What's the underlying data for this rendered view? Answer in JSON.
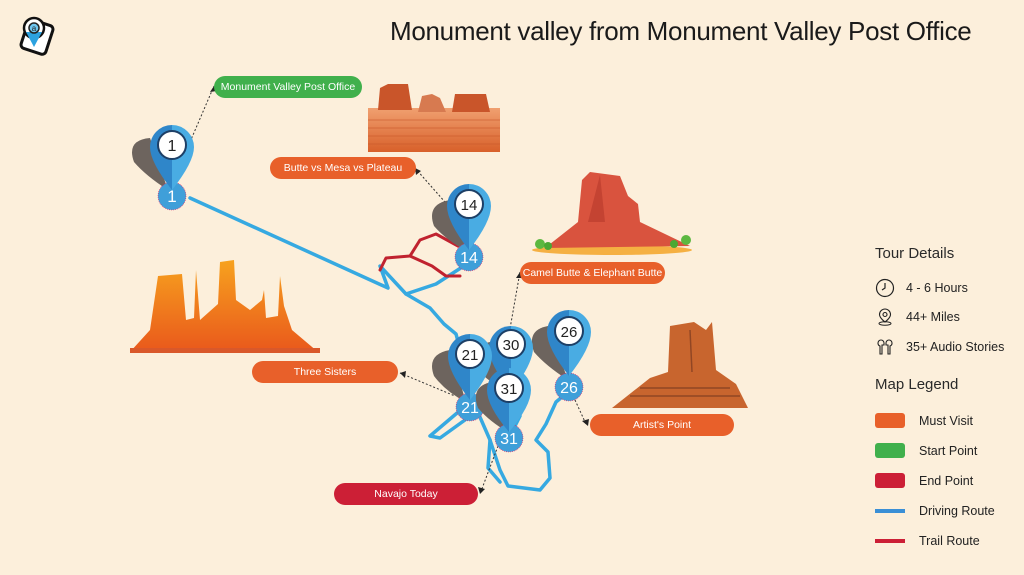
{
  "header": {
    "title": "Monument valley from Monument Valley Post Office",
    "logo": "audio-guide-pin-logo-icon"
  },
  "stops": [
    {
      "number": "1",
      "label": "Monument Valley Post Office",
      "category": "Start Point"
    },
    {
      "number": "14",
      "label": "Butte vs Mesa vs Plateau",
      "category": "Must Visit"
    },
    {
      "number": "30",
      "label": "Camel Butte & Elephant Butte",
      "category": "Must Visit"
    },
    {
      "number": "21",
      "label": "Three Sisters",
      "category": "Must Visit"
    },
    {
      "number": "26",
      "label": "Artist's Point",
      "category": "Must Visit"
    },
    {
      "number": "31",
      "label": "Navajo Today",
      "category": "End Point"
    }
  ],
  "tour_details": {
    "heading": "Tour Details",
    "items": [
      {
        "icon": "clock-icon",
        "text": "4 - 6 Hours"
      },
      {
        "icon": "location-pin-icon",
        "text": "44+  Miles"
      },
      {
        "icon": "earbuds-icon",
        "text": "35+ Audio Stories"
      }
    ]
  },
  "legend": {
    "heading": "Map Legend",
    "items": [
      {
        "type": "swatch",
        "color": "#e8602a",
        "text": "Must Visit"
      },
      {
        "type": "swatch",
        "color": "#40b04c",
        "text": "Start Point"
      },
      {
        "type": "swatch",
        "color": "#cc1f36",
        "text": "End Point"
      },
      {
        "type": "line",
        "color": "#3a8fd6",
        "text": "Driving Route"
      },
      {
        "type": "line",
        "color": "#cc1f36",
        "text": "Trail Route"
      }
    ]
  },
  "colors": {
    "background": "#fcefdb",
    "driving_route": "#36a9e1",
    "trail_route": "#c0222f",
    "pin": "#3f9fd9"
  }
}
